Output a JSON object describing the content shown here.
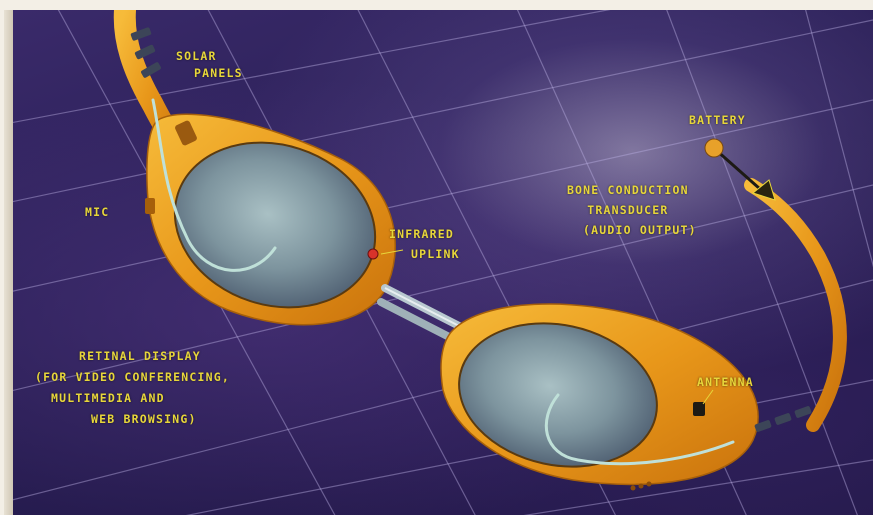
{
  "labels": {
    "solar_panels": [
      "SOLAR",
      "PANELS"
    ],
    "battery": "BATTERY",
    "mic": "MIC",
    "bone_conduction": [
      "BONE CONDUCTION",
      "TRANSDUCER",
      "(AUDIO OUTPUT)"
    ],
    "infrared": [
      "INFRARED",
      "UPLINK"
    ],
    "retinal_display": [
      "RETINAL DISPLAY",
      "(FOR VIDEO CONFERENCING,",
      "MULTIMEDIA AND",
      "WEB BROWSING)"
    ],
    "antenna": "ANTENNA"
  },
  "colors": {
    "background": "#2b2058",
    "frame_orange": "#e89a1c",
    "label_yellow": "#e7d63a",
    "lens": "#8fa7b0",
    "grid": "#b9aee0"
  }
}
